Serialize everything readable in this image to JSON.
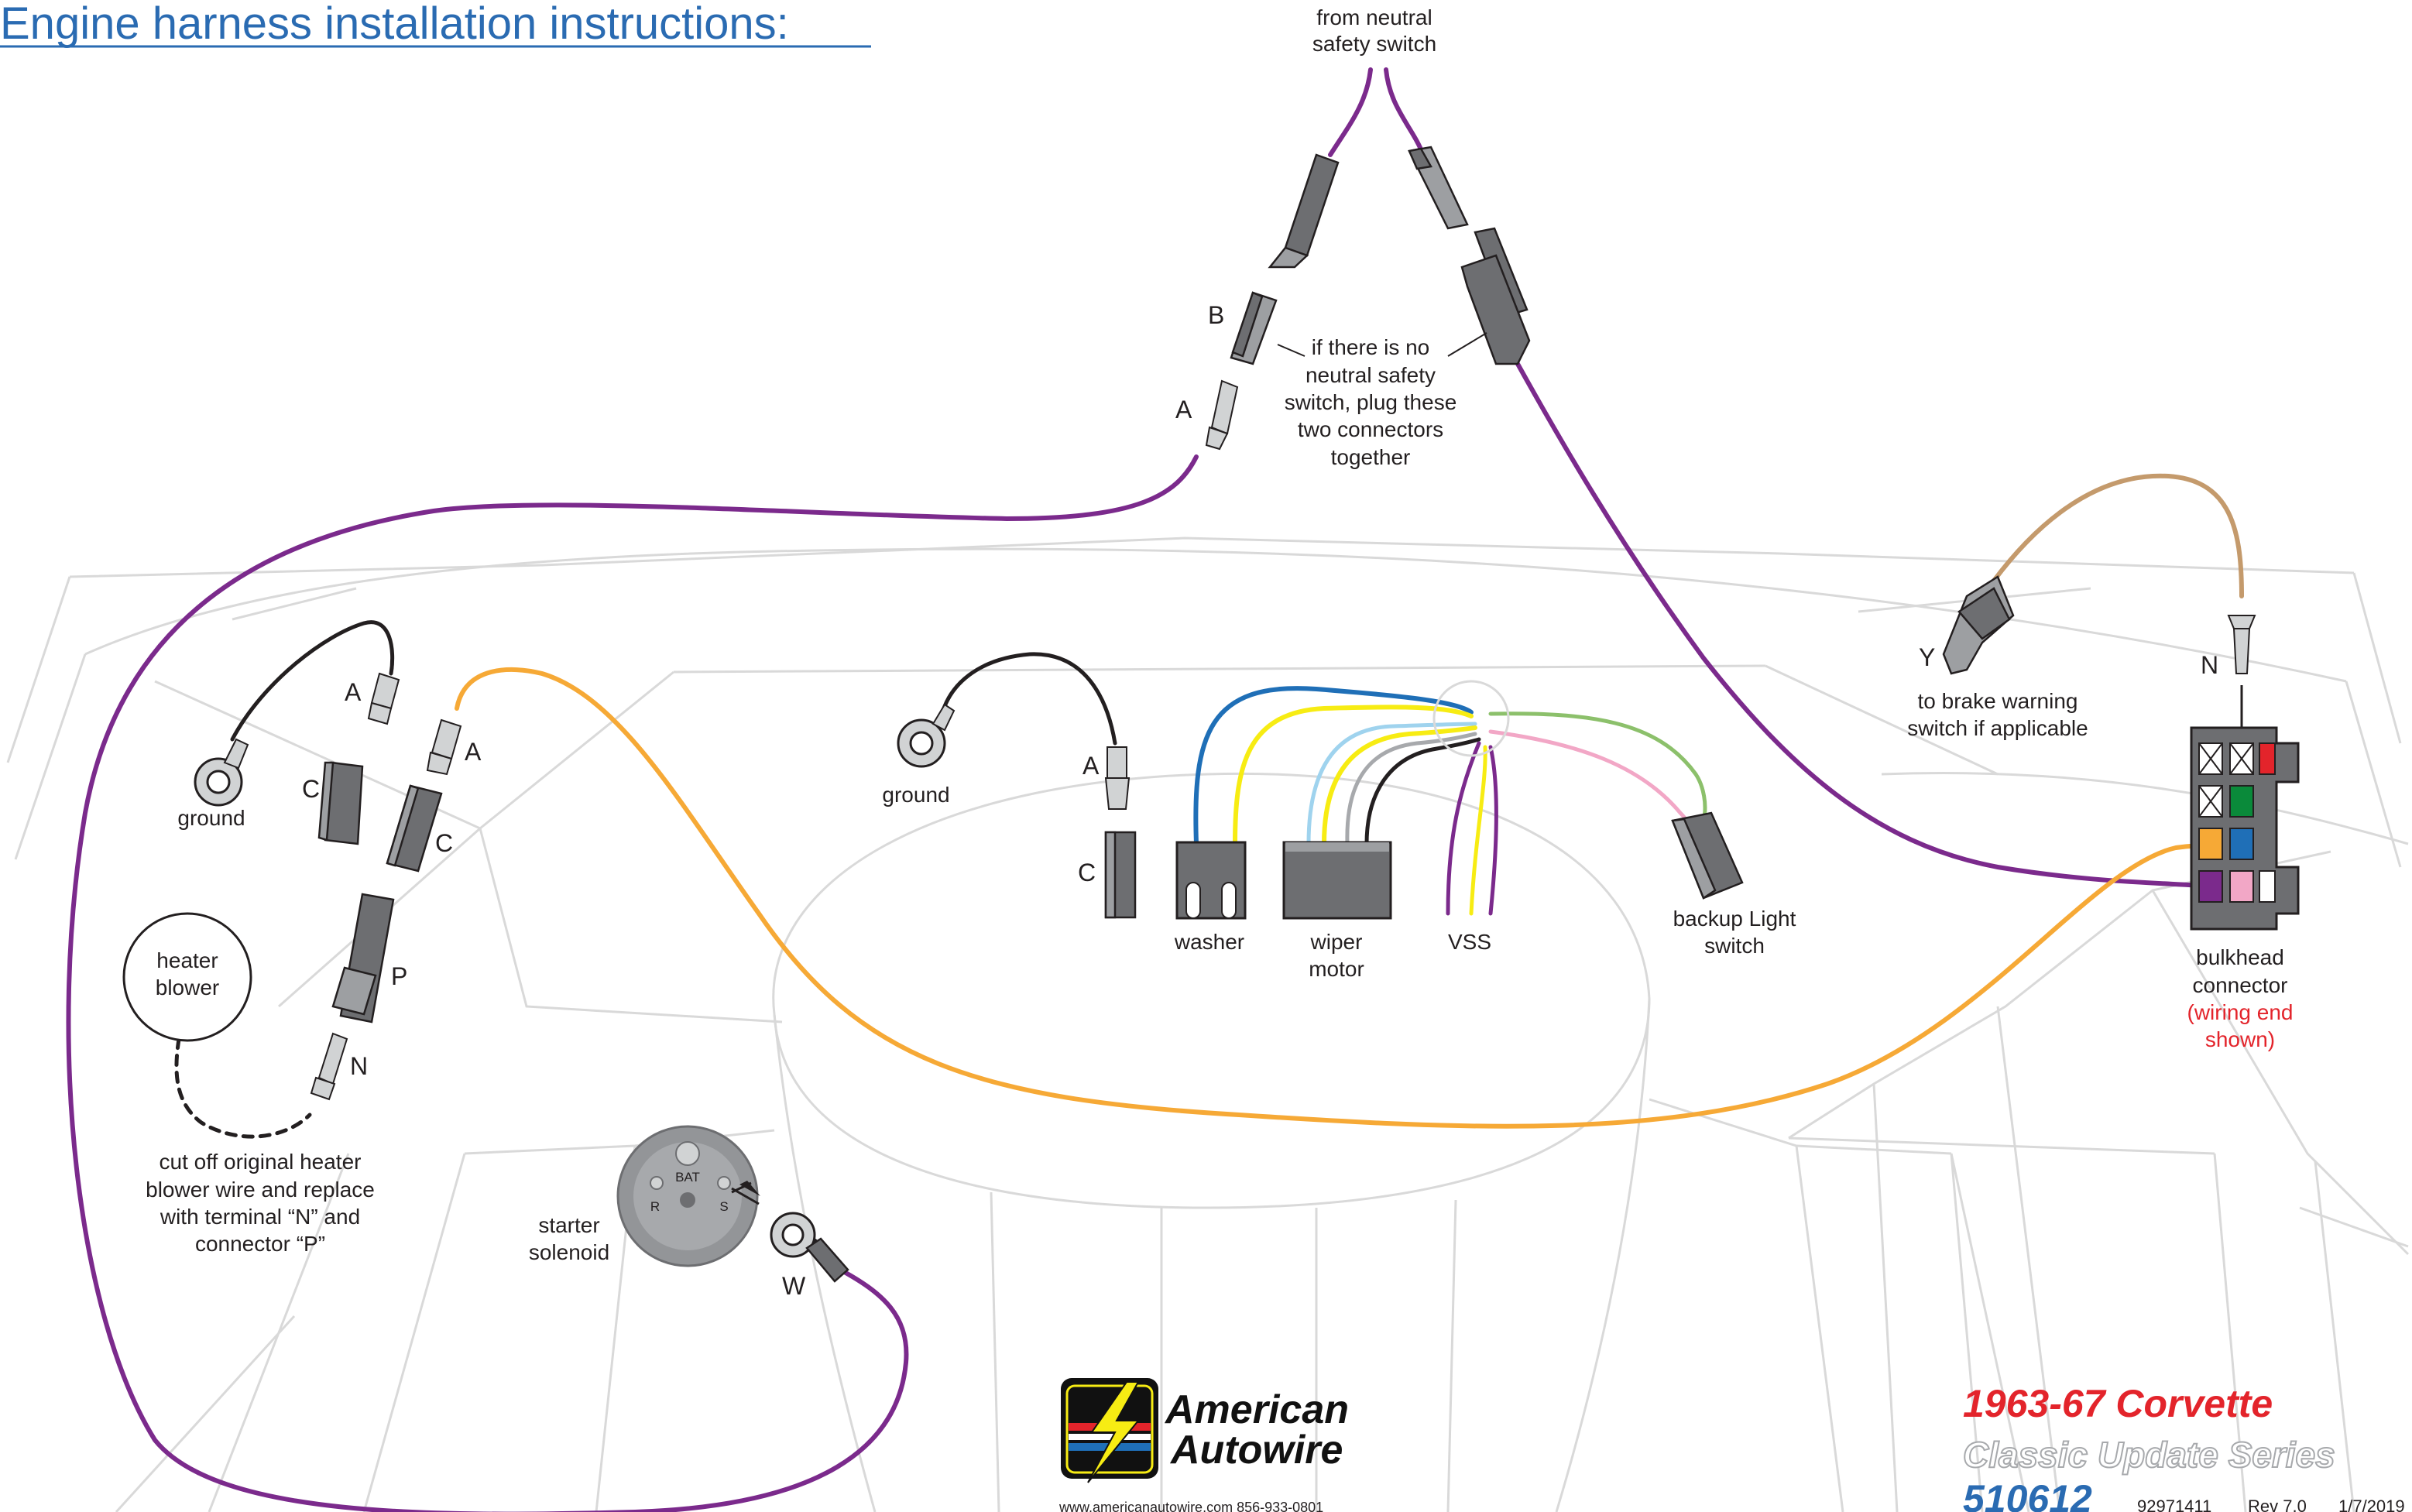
{
  "title": "Engine harness installation instructions:",
  "labels": {
    "from_neutral": [
      "from neutral",
      "safety switch"
    ],
    "neutral_note": [
      "if there is no",
      "neutral safety",
      "switch, plug these",
      "two connectors",
      "together"
    ],
    "B": "B",
    "A_top": "A",
    "ground_left": "ground",
    "ground_center": "ground",
    "A_left1": "A",
    "A_left2": "A",
    "A_center": "A",
    "C_left1": "C",
    "C_left2": "C",
    "C_center": "C",
    "P": "P",
    "N_left": "N",
    "N_right": "N",
    "Y": "Y",
    "W": "W",
    "heater_blower": [
      "heater",
      "blower"
    ],
    "heater_note": [
      "cut off original heater",
      "blower wire and replace",
      "with terminal “N” and",
      "connector “P”"
    ],
    "washer": "washer",
    "wiper_motor": [
      "wiper",
      "motor"
    ],
    "vss": "VSS",
    "backup_light": [
      "backup Light",
      "switch"
    ],
    "brake_warning": [
      "to brake warning",
      "switch if applicable"
    ],
    "bulkhead": [
      "bulkhead",
      "connector"
    ],
    "bulkhead_note": [
      "(wiring end",
      "shown)"
    ],
    "starter_solenoid": [
      "starter",
      "solenoid"
    ],
    "solenoid_bat": "BAT",
    "solenoid_r": "R",
    "solenoid_s": "S"
  },
  "brand": {
    "line1": "American",
    "line2": "Autowire",
    "contact": "www.americanautowire.com    856-933-0801"
  },
  "footer": {
    "model": "1963-67 Corvette",
    "series": "Classic Update Series",
    "part_number": "510612",
    "doc_number": "92971411",
    "revision": "Rev 7.0",
    "date": "1/7/2019"
  },
  "colors": {
    "title_blue": "#2a6bb2",
    "wire_purple": "#7b2a8c",
    "wire_orange": "#f6a936",
    "wire_black": "#231f20",
    "wire_tan": "#c49a6c",
    "wire_blue": "#1f6fb7",
    "wire_yellow": "#f7ec13",
    "wire_lightblue": "#9fd3ee",
    "wire_green": "#8cc06b",
    "wire_pink": "#f2a7c6",
    "note_red": "#e3242b",
    "body_outline": "#d9d9d9"
  },
  "icons": [
    "ring-terminal-icon",
    "spade-terminal-icon",
    "connector-housing-icon",
    "lightning-bolt-logo-icon"
  ]
}
